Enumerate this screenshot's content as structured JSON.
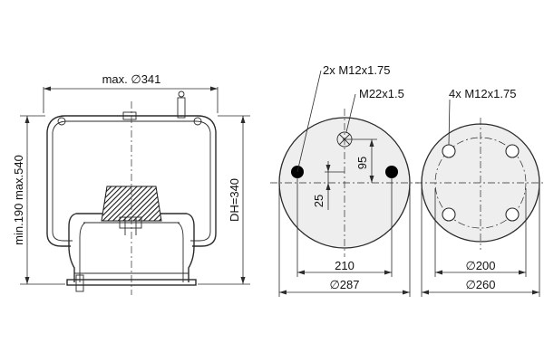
{
  "side_view": {
    "top_width_label": "max. ∅341",
    "stroke_label": "min.190 max.540",
    "design_height_label": "DH=340"
  },
  "bottom_plate_view": {
    "top_thread_label": "2x M12x1.75",
    "center_thread_label": "M22x1.5",
    "offset_95_label": "95",
    "offset_25_label": "25",
    "hole_spacing_label": "210",
    "diameter_label": "∅287"
  },
  "top_plate_view": {
    "thread_label": "4x M12x1.75",
    "bolt_circle_label": "∅200",
    "diameter_label": "∅260"
  },
  "colors": {
    "line": "#2b2b2b",
    "plate_fill": "#eeeeee",
    "piston_hatch": "#1a1a1a"
  }
}
